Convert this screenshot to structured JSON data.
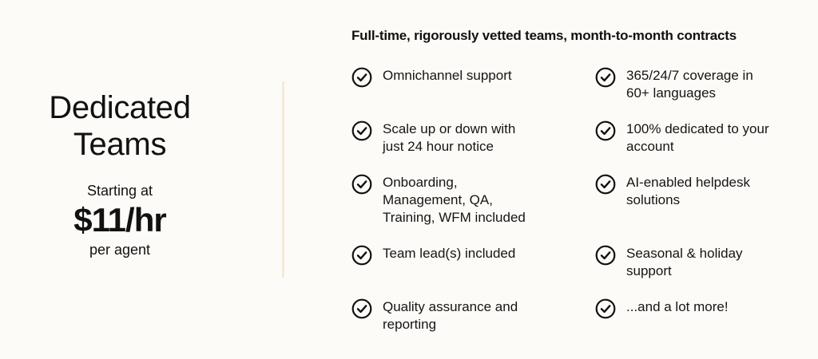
{
  "plan": {
    "title_line1": "Dedicated",
    "title_line2": "Teams",
    "starting_label": "Starting at",
    "price": "$11/hr",
    "per_label": "per agent"
  },
  "headline": "Full-time, rigorously vetted teams, month-to-month contracts",
  "features": {
    "left": [
      {
        "line1": "Omnichannel support",
        "line2": "",
        "line3": ""
      },
      {
        "line1": "Scale up or down with",
        "line2": "just 24 hour notice",
        "line3": ""
      },
      {
        "line1": "Onboarding,",
        "line2": "Management, QA,",
        "line3": "Training, WFM included"
      },
      {
        "line1": "Team lead(s) included",
        "line2": "",
        "line3": ""
      },
      {
        "line1": "Quality assurance and",
        "line2": "reporting",
        "line3": ""
      }
    ],
    "right": [
      {
        "line1": "365/24/7 coverage in",
        "line2": "60+ languages",
        "line3": ""
      },
      {
        "line1": "100% dedicated to your",
        "line2": "account",
        "line3": ""
      },
      {
        "line1": "AI-enabled helpdesk",
        "line2": "solutions",
        "line3": ""
      },
      {
        "line1": "Seasonal & holiday",
        "line2": "support",
        "line3": ""
      },
      {
        "line1": "...and a lot more!",
        "line2": "",
        "line3": ""
      }
    ]
  },
  "icons": {
    "check": "check-circle-icon"
  },
  "colors": {
    "background": "#fcfbf7",
    "text": "#111111",
    "divider": "#f3ecd9"
  }
}
